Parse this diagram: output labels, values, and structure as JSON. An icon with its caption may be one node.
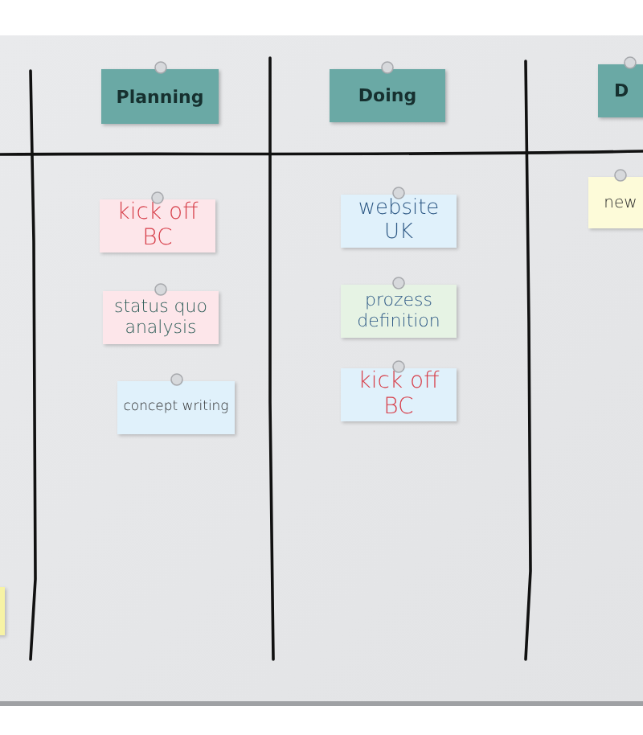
{
  "diagram": {
    "nodes": [
      {
        "text": [
          "Planning"
        ]
      },
      {
        "text": [
          "Doing"
        ]
      },
      {
        "text": [
          "D"
        ]
      },
      {
        "text": [
          "kick off BC"
        ]
      },
      {
        "text": [
          "status quo analysis"
        ]
      },
      {
        "text": [
          "concept writing"
        ]
      },
      {
        "text": [
          "website UK"
        ]
      },
      {
        "text": [
          "prozess definition"
        ]
      },
      {
        "text": [
          "kick off BC"
        ]
      },
      {
        "text": [
          "new"
        ]
      },
      {
        "text": [],
        "shape": "box"
      }
    ]
  }
}
